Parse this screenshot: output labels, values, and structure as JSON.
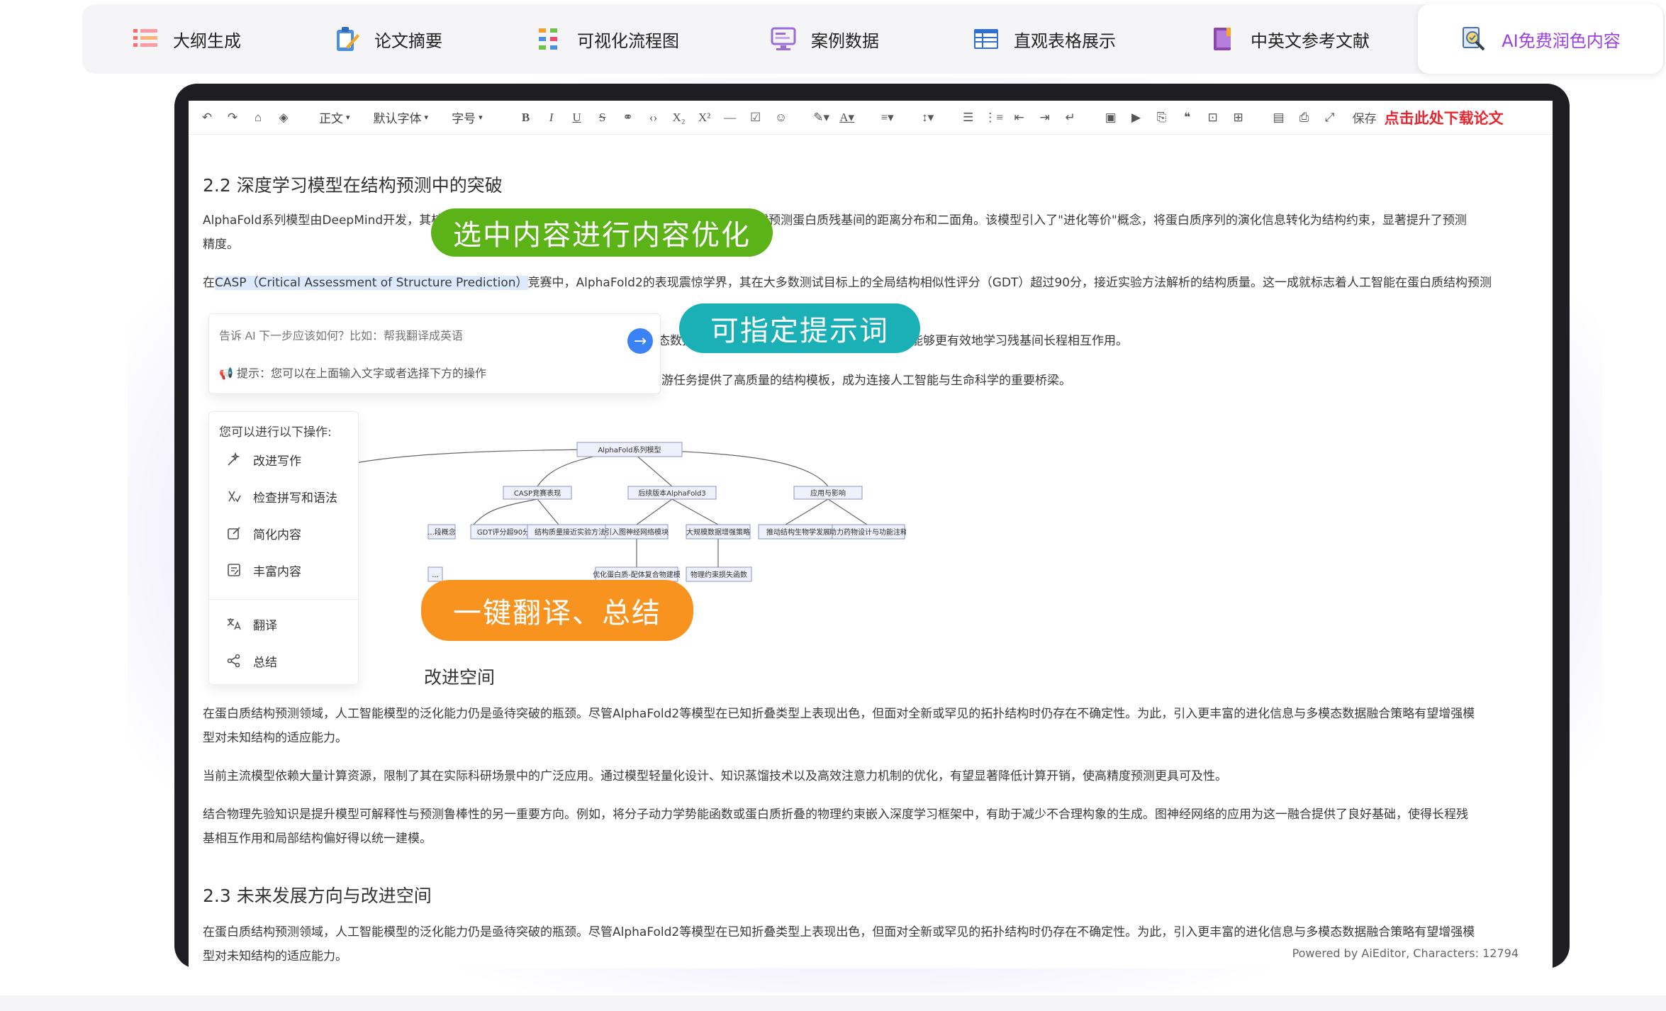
{
  "tabs": [
    {
      "label": "大纲生成",
      "icon": "outline-list-icon"
    },
    {
      "label": "论文摘要",
      "icon": "abstract-clipboard-icon"
    },
    {
      "label": "可视化流程图",
      "icon": "flowchart-icon"
    },
    {
      "label": "案例数据",
      "icon": "case-data-monitor-icon"
    },
    {
      "label": "直观表格展示",
      "icon": "table-icon"
    },
    {
      "label": "中英文参考文献",
      "icon": "reference-book-icon"
    },
    {
      "label": "AI免费润色内容",
      "icon": "ai-polish-icon",
      "active": true
    }
  ],
  "colors": {
    "accent": "#9b3fe0",
    "download": "#e8262f",
    "green_pill": "#5bb318",
    "teal_pill": "#1bb0b6",
    "orange_pill": "#f7931e",
    "send_button": "#3b82f6"
  },
  "toolbar": {
    "paragraph_select": "正文",
    "font_select": "默认字体",
    "size_select": "字号",
    "save_label": "保存",
    "download_label": "点击此处下载论文"
  },
  "document": {
    "section_2_2_title": "2.2 深度学习模型在结构预测中的突破",
    "p1_line1": "AlphaFold系列模型由DeepMind开发，其核心架构融合了注意力机制与残差网络结构，通过端到端的方式预测蛋白质残基间的距离分布和二面角。该模型引入了\"进化等价\"概念，将蛋白质序列的演化信息转化为结构约束，显著提升了预测",
    "p1_line2": "精度。",
    "p2_prefix": "在",
    "p2_highlight": "CASP（Critical Assessment of Structure Prediction）",
    "p2_rest": "竞赛中，AlphaFold2的表现震惊学界，其在大多数测试目标上的全局结构相似性评分（GDT）超过90分，接近实验方法解析的结构质量。这一成就标志着人工智能在蛋白质结构预测",
    "p3_tail": "多模态数据增强策略与物理约束损失函数，使得模型能够更有效地学习残基间长程相互作用。",
    "p4_tail": "下游任务提供了高质量的结构模板，成为连接人工智能与生命科学的重要桥梁。",
    "section_hidden_tail": "改进空间",
    "p5_line1": "在蛋白质结构预测领域，人工智能模型的泛化能力仍是亟待突破的瓶颈。尽管AlphaFold2等模型在已知折叠类型上表现出色，但面对全新或罕见的拓扑结构时仍存在不确定性。为此，引入更丰富的进化信息与多模态数据融合策略有望增强模",
    "p5_line2": "型对未知结构的适应能力。",
    "p6": "当前主流模型依赖大量计算资源，限制了其在实际科研场景中的广泛应用。通过模型轻量化设计、知识蒸馏技术以及高效注意力机制的优化，有望显著降低计算开销，使高精度预测更具可及性。",
    "p7_line1": "结合物理先验知识是提升模型可解释性与预测鲁棒性的另一重要方向。例如，将分子动力学势能函数或蛋白质折叠的物理约束嵌入深度学习框架中，有助于减少不合理构象的生成。图神经网络的应用为这一融合提供了良好基础，使得长程残",
    "p7_line2": "基相互作用和局部结构偏好得以统一建模。",
    "section_2_3_title": "2.3 未来发展方向与改进空间",
    "p8_line1": "在蛋白质结构预测领域，人工智能模型的泛化能力仍是亟待突破的瓶颈。尽管AlphaFold2等模型在已知折叠类型上表现出色，但面对全新或罕见的拓扑结构时仍存在不确定性。为此，引入更丰富的进化信息与多模态数据融合策略有望增强模",
    "p8_line2": "型对未知结构的适应能力。"
  },
  "callouts": {
    "select_optimize": "选中内容进行内容优化",
    "custom_prompt": "可指定提示词",
    "translate_summarize": "一键翻译、总结"
  },
  "ai_prompt": {
    "placeholder": "告诉 AI 下一步应该如何？比如：帮我翻译成英语",
    "hint": "提示：您可以在上面输入文字或者选择下方的操作"
  },
  "ai_menu": {
    "title": "您可以进行以下操作:",
    "items": [
      "改进写作",
      "检查拼写和语法",
      "简化内容",
      "丰富内容",
      "翻译",
      "总结"
    ]
  },
  "diagram": {
    "root": "AlphaFold系列模型",
    "level1": [
      "CASP竞赛表现",
      "后续版本AlphaFold3",
      "应用与影响"
    ],
    "level2": [
      "...段概念",
      "GDT评分超90分",
      "结构质量接近实验方法",
      "引入图神经网络模块",
      "大规模数据增强策略",
      "推动结构生物学发展",
      "助力药物设计与功能注释"
    ],
    "level3": [
      "...",
      "优化蛋白质-配体复合物建模",
      "物理约束损失函数"
    ]
  },
  "footer": "Powered by AiEditor, Characters: 12794"
}
